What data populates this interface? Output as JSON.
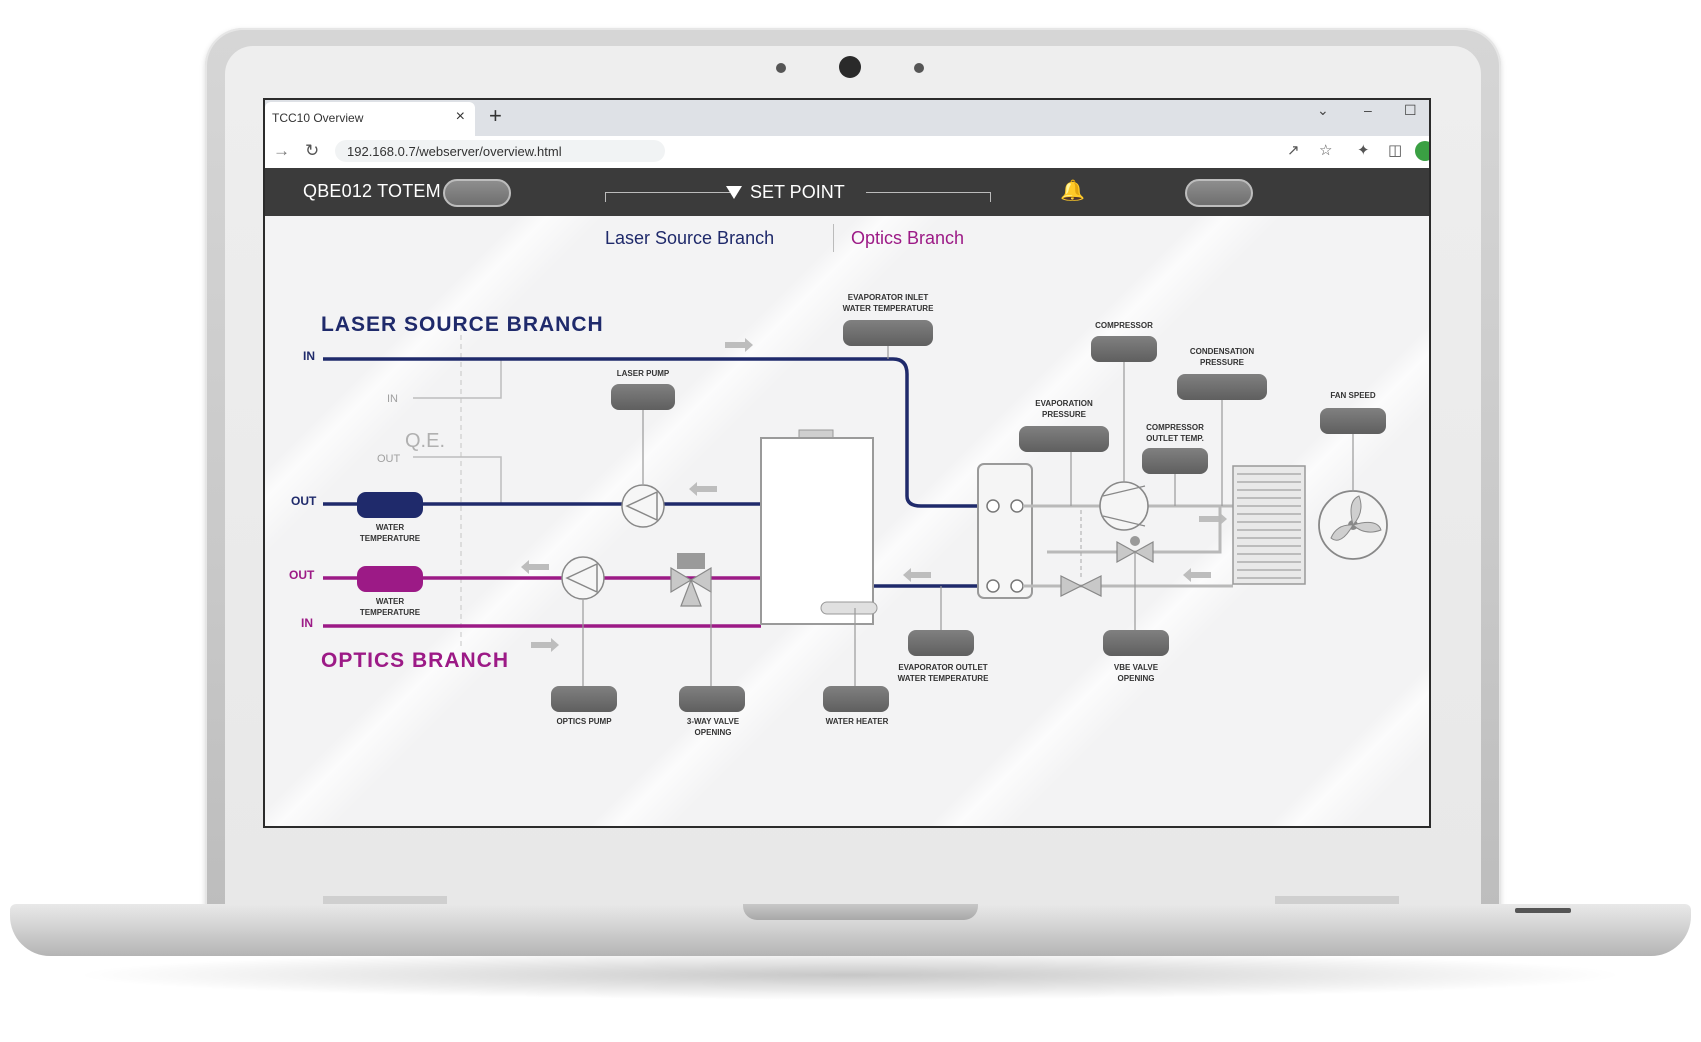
{
  "browser": {
    "tab_title": "TCC10 Overview",
    "tab_close": "×",
    "new_tab": "+",
    "url": "192.168.0.7/webserver/overview.html"
  },
  "app": {
    "brand": "QBE012 TOTEM",
    "setpoint_label": "SET POINT"
  },
  "branch_tabs": {
    "laser": "Laser Source Branch",
    "optics": "Optics Branch"
  },
  "diagram": {
    "laser_title": "LASER  SOURCE BRANCH",
    "optics_title": "OPTICS BRANCH",
    "qe_label": "Q.E.",
    "io": {
      "laser_in": "IN",
      "laser_out": "OUT",
      "qe_in": "IN",
      "qe_out": "OUT",
      "optics_out": "OUT",
      "optics_in": "IN"
    },
    "labels": {
      "water_temperature": [
        "WATER",
        "TEMPERATURE"
      ],
      "laser_pump": "LASER PUMP",
      "optics_pump": "OPTICS PUMP",
      "three_way_valve": [
        "3-WAY VALVE",
        "OPENING"
      ],
      "water_heater": "WATER HEATER",
      "evap_inlet": [
        "EVAPORATOR INLET",
        "WATER TEMPERATURE"
      ],
      "evap_outlet": [
        "EVAPORATOR OUTLET",
        "WATER TEMPERATURE"
      ],
      "evap_pressure": [
        "EVAPORATION",
        "PRESSURE"
      ],
      "compressor": "COMPRESSOR",
      "compressor_outlet": [
        "COMPRESSOR",
        "OUTLET TEMP."
      ],
      "condensation_pressure": [
        "CONDENSATION",
        "PRESSURE"
      ],
      "vbe_valve": [
        "VBE VALVE",
        "OPENING"
      ],
      "fan_speed": "FAN SPEED"
    }
  },
  "colors": {
    "laser": "#1f2a6b",
    "optics": "#9c1a86",
    "gauge": "#707070",
    "pipe_gray": "#b9b9b9",
    "header_bg": "#3b3b3b"
  }
}
